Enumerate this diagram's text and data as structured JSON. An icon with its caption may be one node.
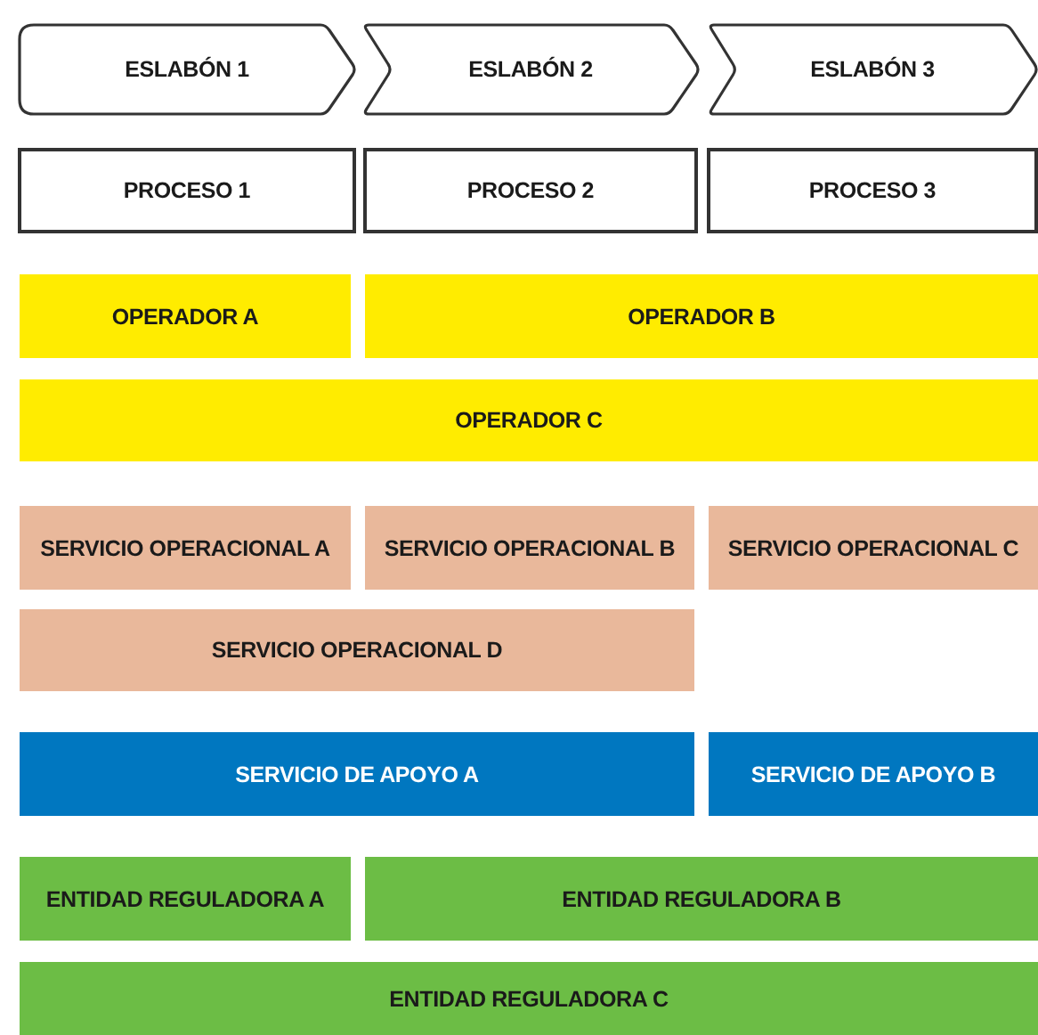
{
  "diagram": {
    "nodes": [
      {
        "text": [
          "ESLABÓN 1"
        ]
      },
      {
        "text": [
          "ESLABÓN 2"
        ]
      },
      {
        "text": [
          "ESLABÓN 3"
        ]
      },
      {
        "text": [
          "PROCESO 1"
        ]
      },
      {
        "text": [
          "PROCESO 2"
        ]
      },
      {
        "text": [
          "PROCESO 3"
        ]
      },
      {
        "text": [
          "OPERADOR A"
        ]
      },
      {
        "text": [
          "OPERADOR B"
        ]
      },
      {
        "text": [
          "OPERADOR C"
        ]
      },
      {
        "text": [
          "SERVICIO OPERACIONAL A"
        ]
      },
      {
        "text": [
          "SERVICIO OPERACIONAL B"
        ]
      },
      {
        "text": [
          "SERVICIO OPERACIONAL C"
        ]
      },
      {
        "text": [
          "SERVICIO OPERACIONAL D"
        ]
      },
      {
        "text": [
          "SERVICIO DE APOYO A"
        ]
      },
      {
        "text": [
          "SERVICIO DE APOYO B"
        ]
      },
      {
        "text": [
          "ENTIDAD REGULADORA A"
        ]
      },
      {
        "text": [
          "ENTIDAD REGULADORA B"
        ]
      },
      {
        "text": [
          "ENTIDAD REGULADORA C"
        ]
      }
    ]
  }
}
